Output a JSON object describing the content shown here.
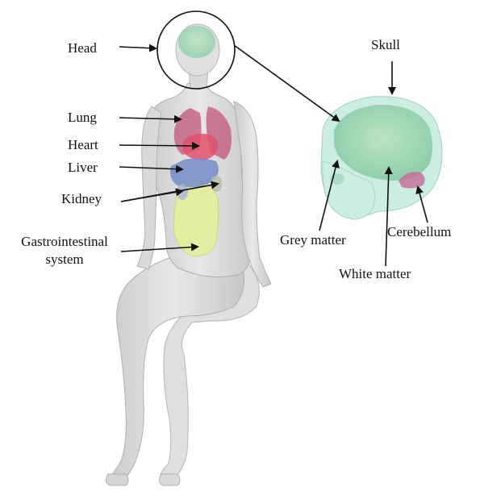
{
  "figure": {
    "body_labels": {
      "head": "Head",
      "lung": "Lung",
      "heart": "Heart",
      "liver": "Liver",
      "kidney": "Kidney",
      "gi_line1": "Gastrointestinal",
      "gi_line2": "system"
    },
    "head_labels": {
      "skull": "Skull",
      "grey_matter": "Grey matter",
      "white_matter": "White matter",
      "cerebellum": "Cerebellum"
    },
    "colors": {
      "body": "#d4d4d4",
      "body_edge": "#a8a8a8",
      "brain_green": "#9fd8b4",
      "skull_cyan": "#c6ecdf",
      "lung": "#c0557a",
      "heart": "#e2506a",
      "liver": "#6d86c9",
      "gi": "#e4ef9a",
      "cerebellum": "#c46a96",
      "arrow": "#111111"
    }
  }
}
